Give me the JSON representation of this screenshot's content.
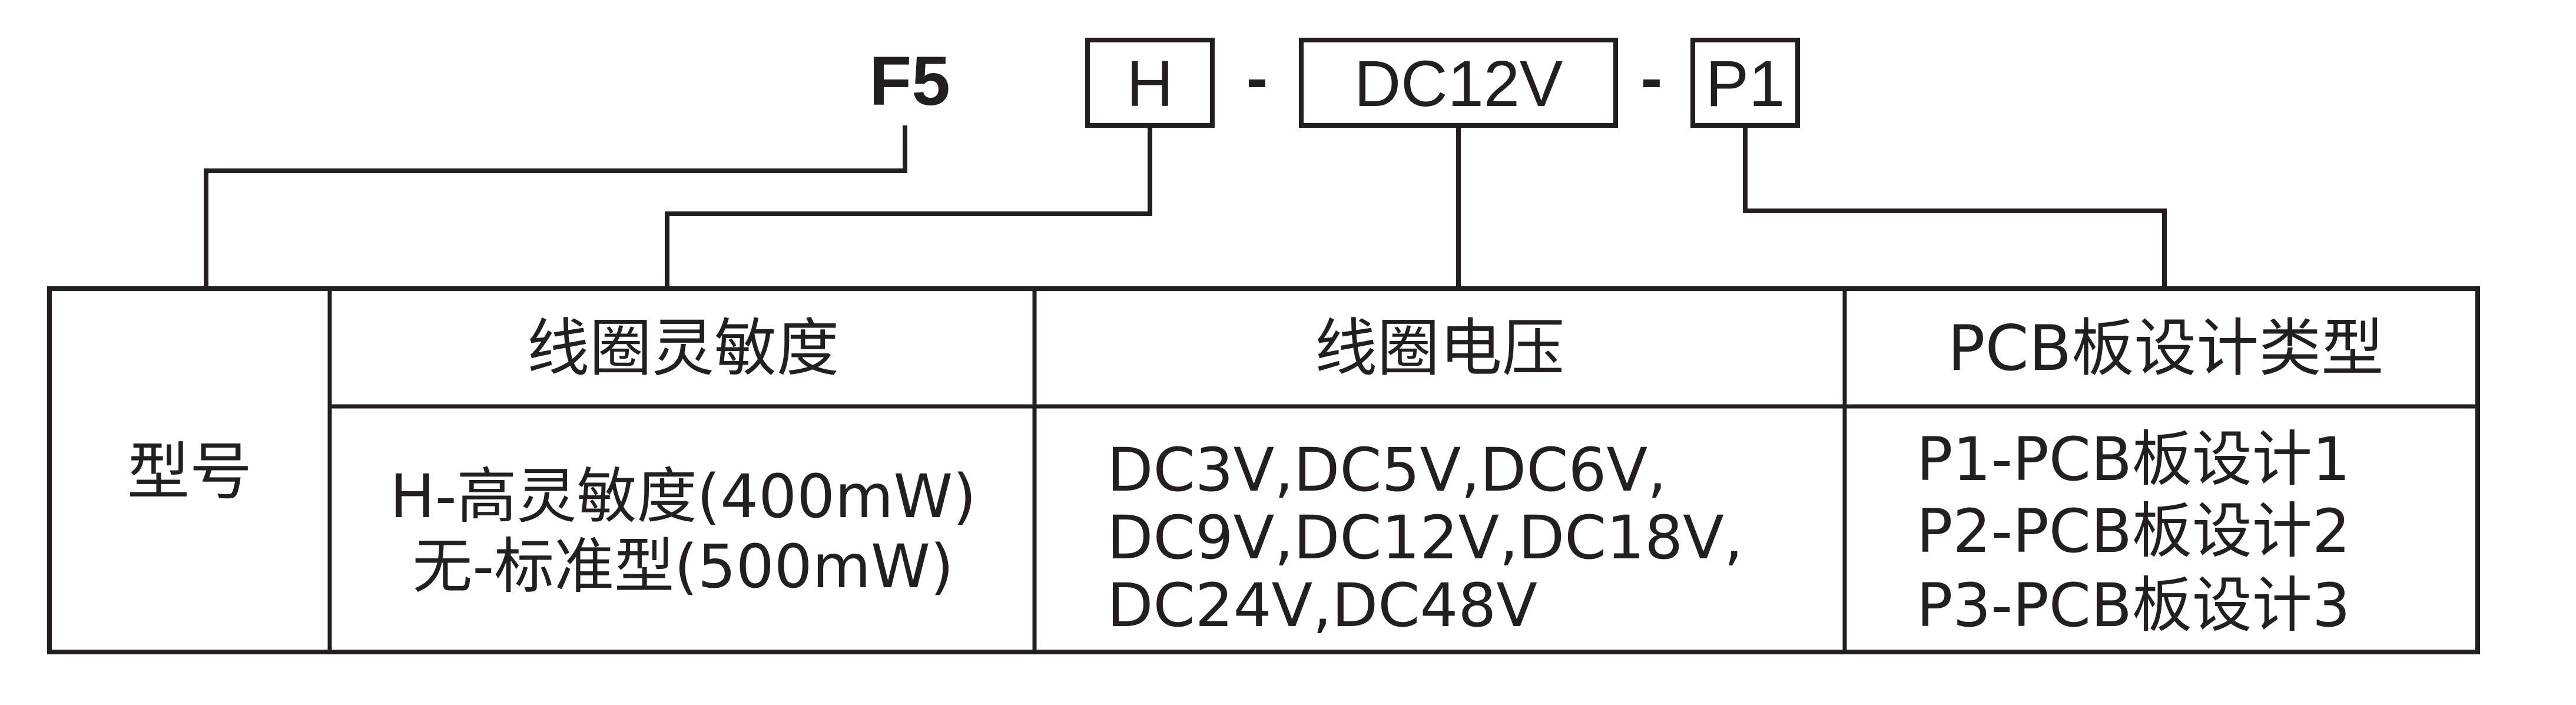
{
  "code": {
    "prefix": "F5",
    "sensitivity": "H",
    "voltage": "DC12V",
    "pcb": "P1",
    "separator": "-"
  },
  "table": {
    "row_header": "型号",
    "columns": [
      {
        "header": "线圈灵敏度",
        "lines": [
          "H-高灵敏度(400mW)",
          "无-标准型(500mW)"
        ]
      },
      {
        "header": "线圈电压",
        "lines": [
          "DC3V,DC5V,DC6V,",
          "DC9V,DC12V,DC18V,",
          "DC24V,DC48V"
        ]
      },
      {
        "header": "PCB板设计类型",
        "lines": [
          "P1-PCB板设计1",
          "P2-PCB板设计2",
          "P3-PCB板设计3"
        ]
      }
    ]
  },
  "colors": {
    "ink": "#231f20",
    "background": "#ffffff"
  }
}
